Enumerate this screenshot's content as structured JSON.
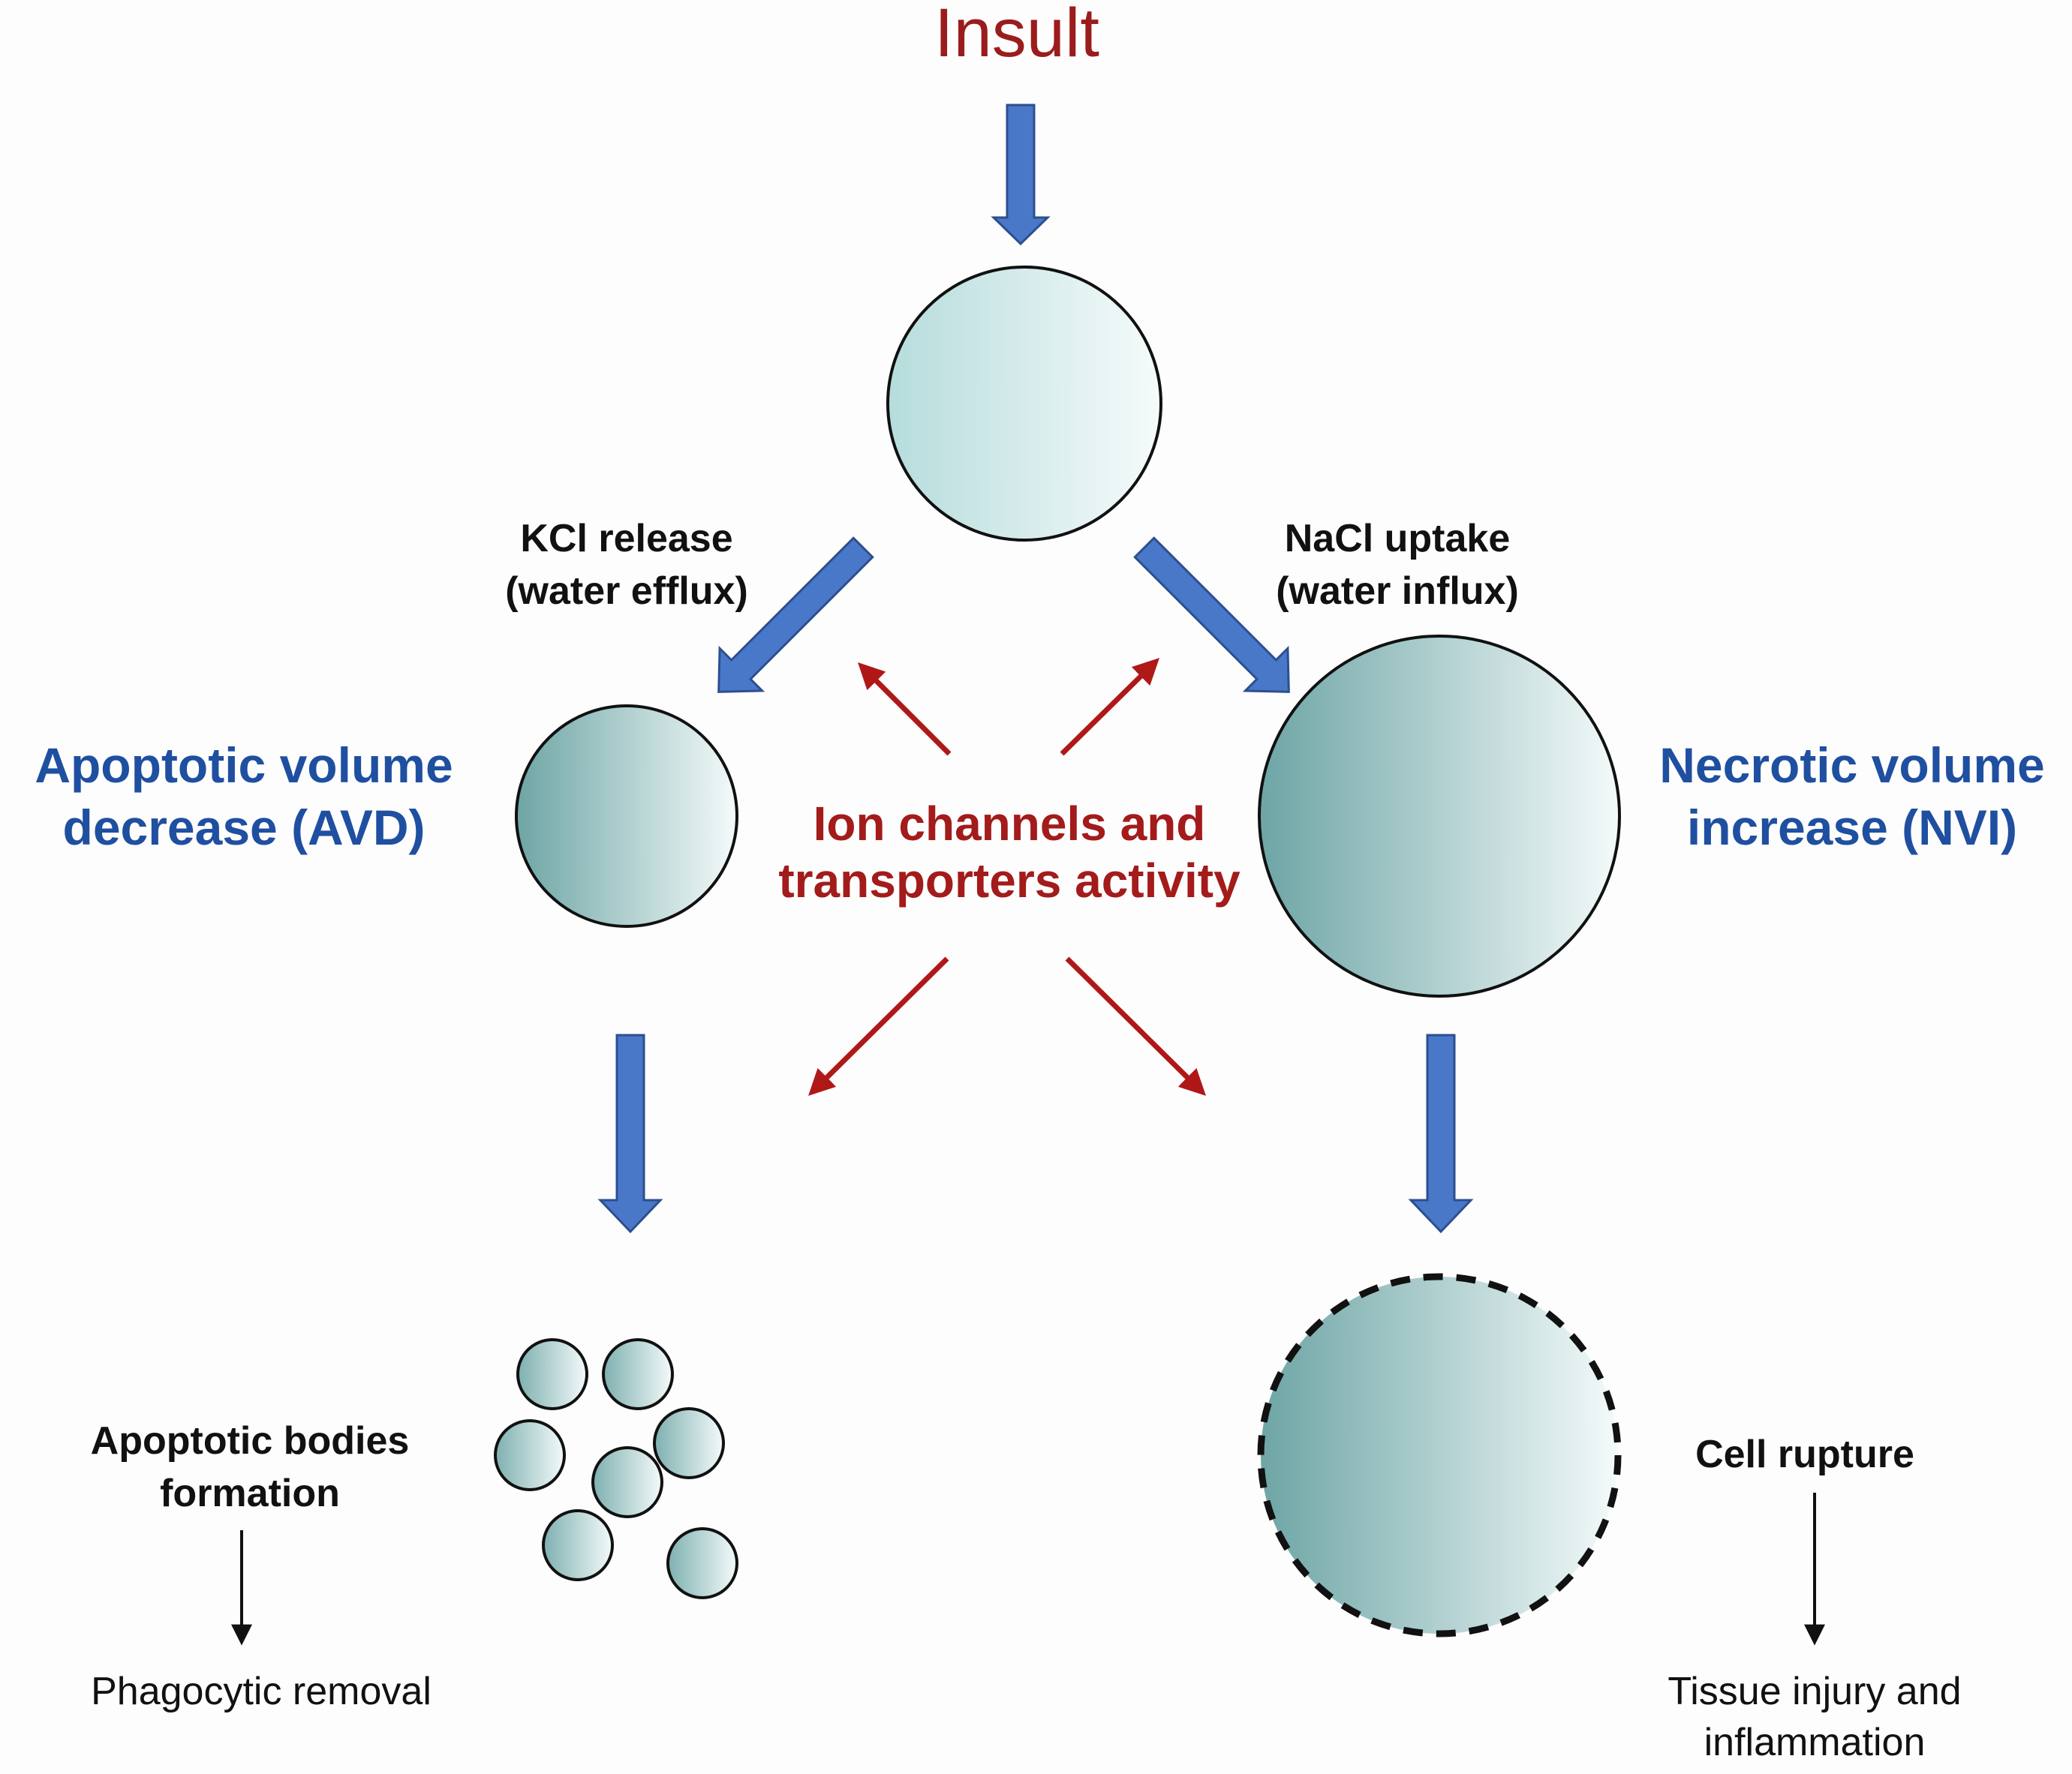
{
  "title": "Insult",
  "central_label": {
    "line1": "Ion channels and",
    "line2": "transporters activity"
  },
  "left_branch": {
    "process_line1": "KCl release",
    "process_line2": "(water efflux)",
    "outcome_line1": "Apoptotic volume",
    "outcome_line2": "decrease (AVD)",
    "result_line1": "Apoptotic bodies",
    "result_line2": "formation",
    "final": "Phagocytic removal"
  },
  "right_branch": {
    "process_line1": "NaCl uptake",
    "process_line2": "(water influx)",
    "outcome_line1": "Necrotic volume",
    "outcome_line2": "increase (NVI)",
    "result": "Cell rupture",
    "final_line1": "Tissue injury and",
    "final_line2": "inflammation"
  },
  "colors": {
    "insult_text": "#9b1c1c",
    "central_text": "#a31b1b",
    "branch_title": "#1f4fa0",
    "blue_arrow": "#4a78c8",
    "red_arrow": "#b01818",
    "cell_dark": "#6aa3a3",
    "cell_light": "#f4fbfb"
  }
}
